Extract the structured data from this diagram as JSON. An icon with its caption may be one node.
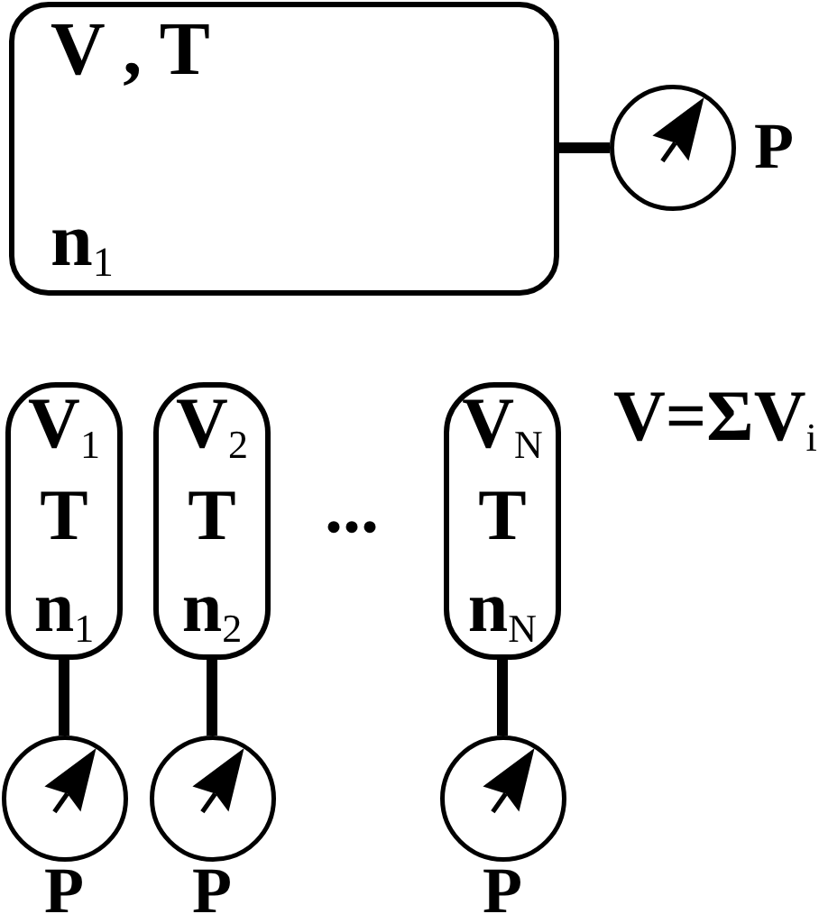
{
  "diagram": {
    "nodes": [
      {
        "text": [
          "V , T",
          "n$_{1}$"
        ]
      },
      {
        "text": [],
        "shape": "circle",
        "beside": [
          "P"
        ]
      },
      {
        "text": [
          "V$_{1}$",
          "T",
          "n$_{1}$"
        ]
      },
      {
        "text": [
          "V$_{2}$",
          "T",
          "n$_{2}$"
        ]
      },
      {
        "text": [
          "V$_{N}$",
          "T",
          "n$_{N}$"
        ]
      },
      {
        "text": [],
        "shape": "circle",
        "beside": [
          "P"
        ]
      },
      {
        "text": [],
        "shape": "circle",
        "beside": [
          "P"
        ]
      },
      {
        "text": [],
        "shape": "circle",
        "beside": [
          "P"
        ]
      }
    ],
    "edges": [
      {
        "from": 0,
        "to": 1,
        "arrow": "none"
      },
      {
        "from": 2,
        "to": 5,
        "arrow": "none"
      },
      {
        "from": 3,
        "to": 6,
        "arrow": "none"
      },
      {
        "from": 4,
        "to": 7,
        "arrow": "none"
      }
    ],
    "labels": [
      "...",
      "V=ΣV$_{i}$"
    ]
  }
}
